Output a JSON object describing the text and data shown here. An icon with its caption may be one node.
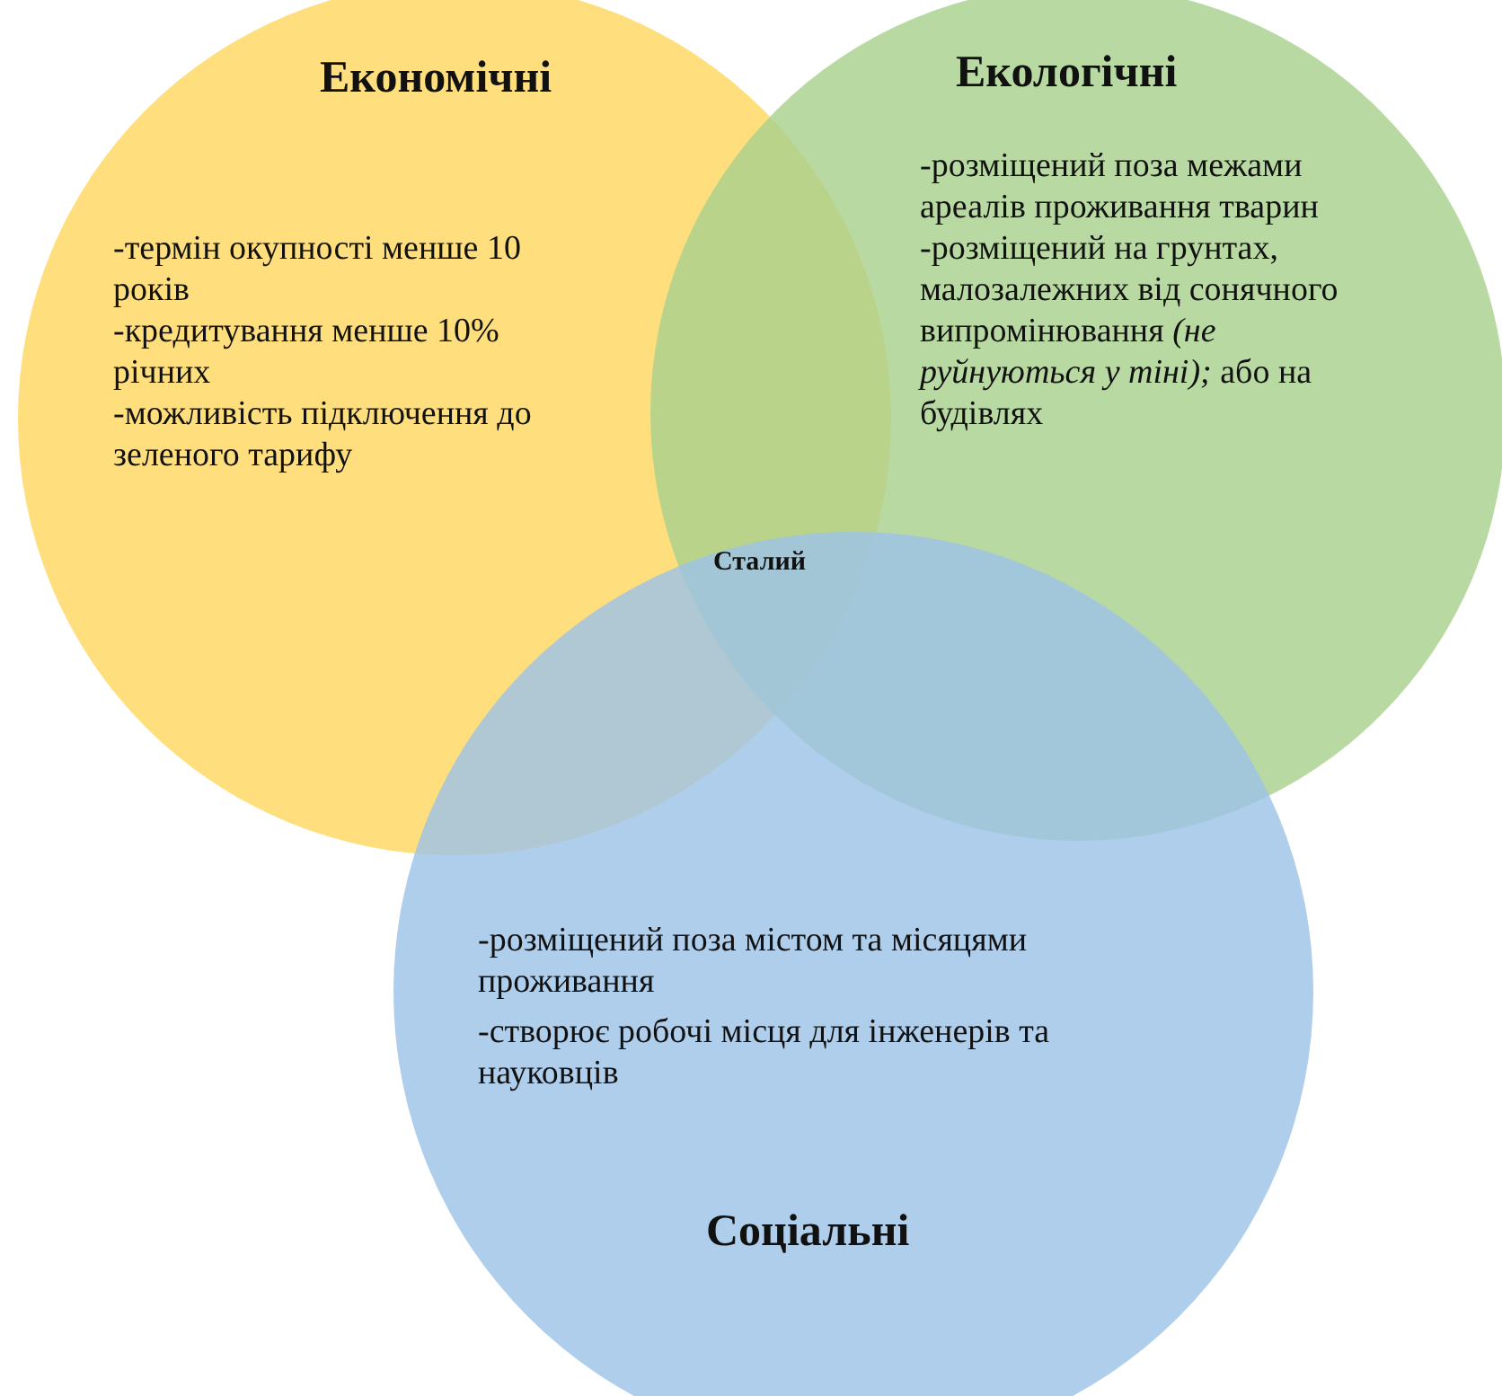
{
  "diagram": {
    "nodes": [
      {
        "text": [
          "Економічні",
          "-термін окупності менше 10 років",
          "-кредитування менше 10% річних",
          "-можливість підключення до зеленого тарифу"
        ]
      },
      {
        "text": [
          "Екологічні",
          "-розміщений поза межами ареалів проживання тварин",
          "-розміщений на грунтах, малозалежних від сонячного випромінювання *(не руйнуються у тіні);* або на будівлях"
        ]
      },
      {
        "text": [
          "-розміщений поза містом та місяцями проживання",
          "-створює робочі місця для інженерів та науковців",
          "Соціальні"
        ]
      }
    ],
    "labels": [
      "Сталий"
    ]
  }
}
